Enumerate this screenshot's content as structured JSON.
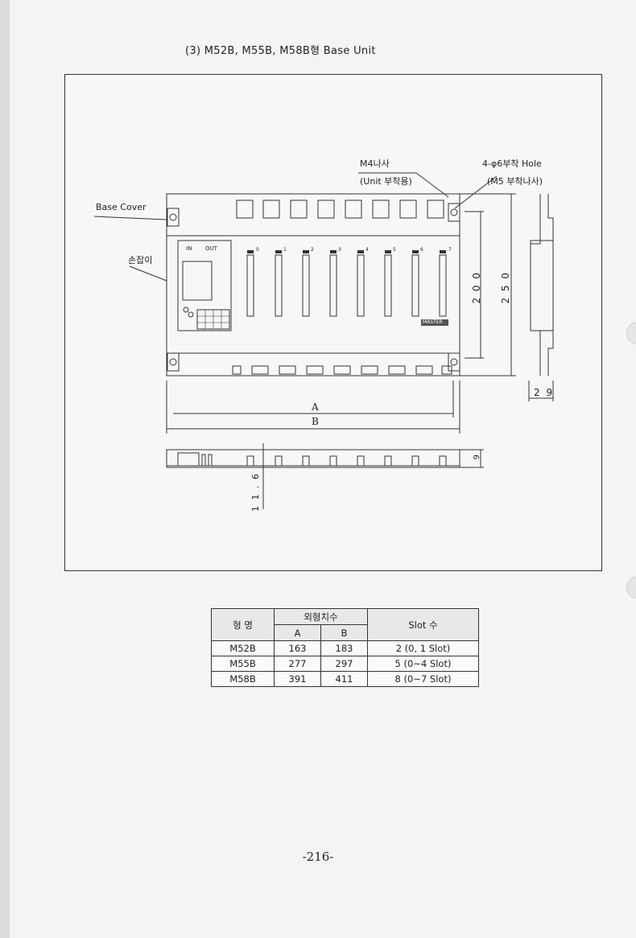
{
  "document": {
    "title": "(3) M52B, M55B, M58B형 Base Unit",
    "page_number": "-216-"
  },
  "diagram": {
    "labels": {
      "base_cover": "Base Cover",
      "handle": "손잡이",
      "m4_screw": "M4나사",
      "unit_mount": "(Unit 부착용)",
      "hole": "4-φ6부착 Hole",
      "m5_mount": "(M5 부착나사)",
      "in_label": "IN",
      "out_label": "OUT",
      "brand": "MASTER"
    },
    "slot_labels": [
      "0",
      "1",
      "2",
      "3",
      "4",
      "5",
      "6",
      "7"
    ],
    "dimensions": {
      "height_200": "2 0 0",
      "height_250": "2 5 0",
      "depth_29": "2 9",
      "width_a": "A",
      "width_b": "B",
      "offset_9": "9",
      "offset_11_6": "1 1 . 6"
    }
  },
  "spec_table": {
    "header_model": "형 명",
    "header_dims": "외형치수",
    "header_a": "A",
    "header_b": "B",
    "header_slots": "Slot 수",
    "rows": [
      {
        "model": "M52B",
        "a": "163",
        "b": "183",
        "slots": "2 (0, 1 Slot)"
      },
      {
        "model": "M55B",
        "a": "277",
        "b": "297",
        "slots": "5 (0~4 Slot)"
      },
      {
        "model": "M58B",
        "a": "391",
        "b": "411",
        "slots": "8 (0~7 Slot)"
      }
    ]
  }
}
